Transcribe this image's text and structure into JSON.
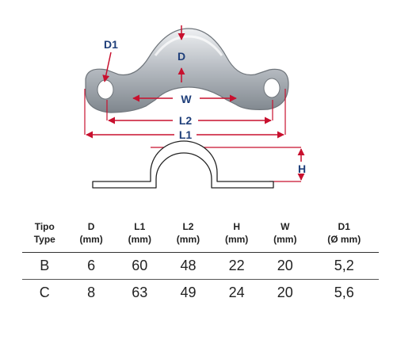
{
  "labels": {
    "d": "D",
    "d1": "D1",
    "w": "W",
    "l2": "L2",
    "l1": "L1",
    "h": "H"
  },
  "colors": {
    "dimension_arrow": "#c8102e",
    "dimension_label": "#1f3f7a",
    "metal": "#b9bec4"
  },
  "table": {
    "columns": [
      {
        "line1": "Tipo",
        "line2": "Type"
      },
      {
        "line1": "D",
        "line2": "(mm)"
      },
      {
        "line1": "L1",
        "line2": "(mm)"
      },
      {
        "line1": "L2",
        "line2": "(mm)"
      },
      {
        "line1": "H",
        "line2": "(mm)"
      },
      {
        "line1": "W",
        "line2": "(mm)"
      },
      {
        "line1": "D1",
        "line2": "(Ø mm)"
      }
    ],
    "rows": [
      [
        "B",
        "6",
        "60",
        "48",
        "22",
        "20",
        "5,2"
      ],
      [
        "C",
        "8",
        "63",
        "49",
        "24",
        "20",
        "5,6"
      ]
    ]
  }
}
